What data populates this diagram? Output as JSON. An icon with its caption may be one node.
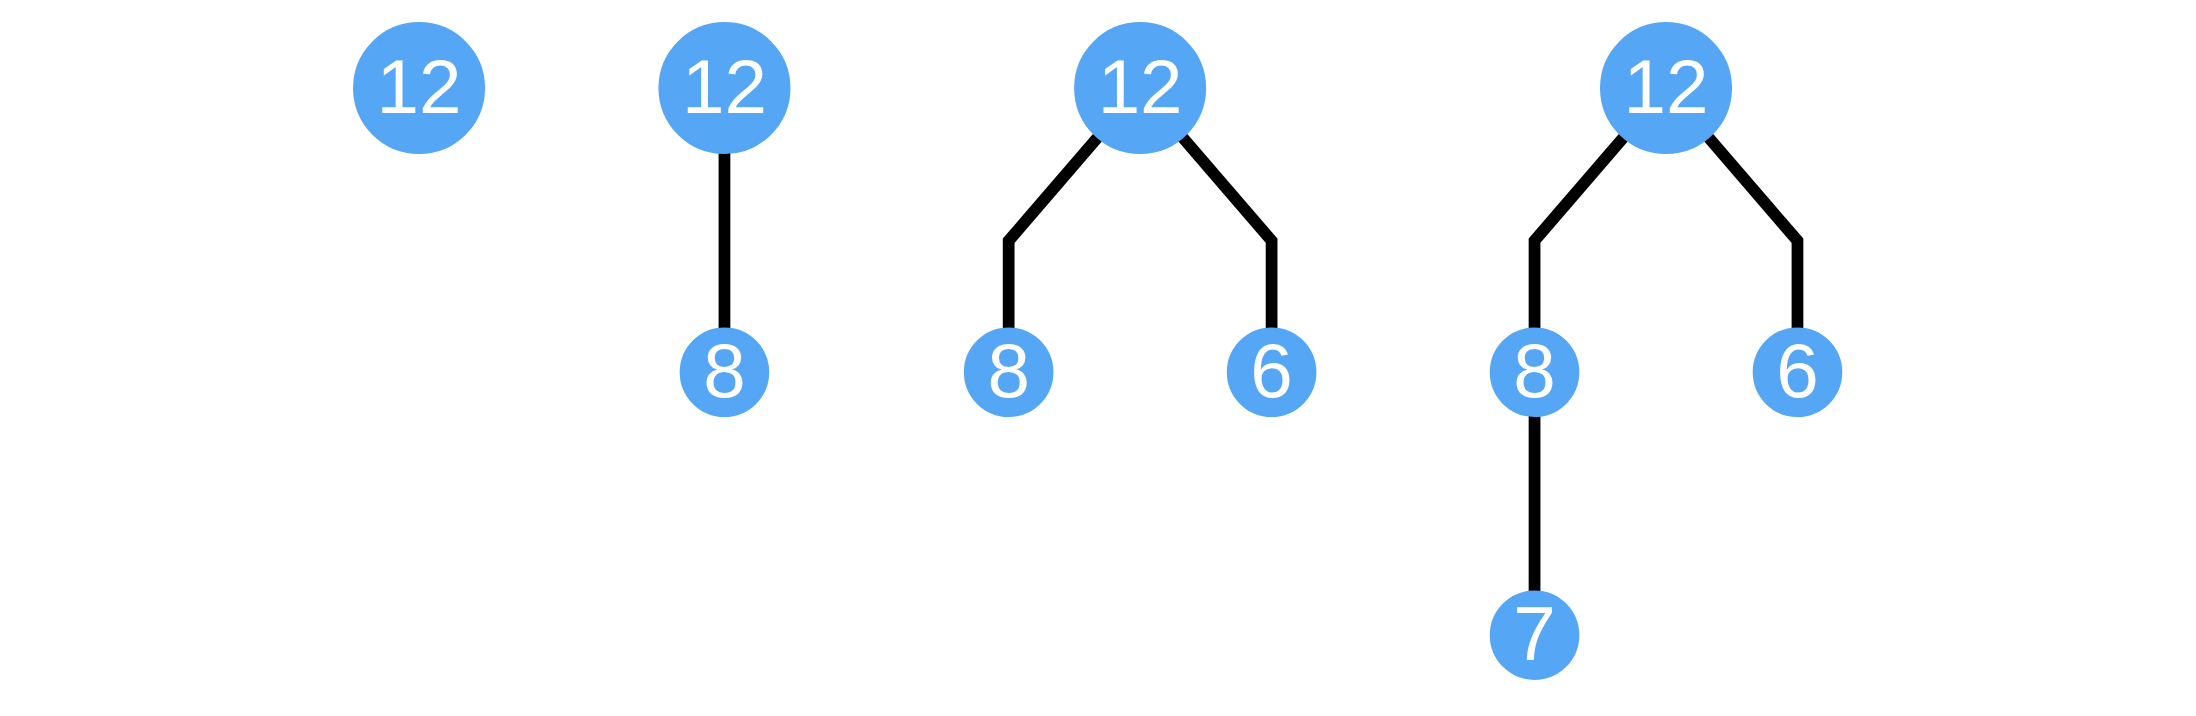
{
  "diagram": {
    "nodes": [
      {
        "text": [
          "12"
        ]
      },
      {
        "text": [
          "12"
        ]
      },
      {
        "text": [
          "8"
        ]
      },
      {
        "text": [
          "12"
        ]
      },
      {
        "text": [
          "8"
        ]
      },
      {
        "text": [
          "6"
        ]
      },
      {
        "text": [
          "12"
        ]
      },
      {
        "text": [
          "8"
        ]
      },
      {
        "text": [
          "6"
        ]
      },
      {
        "text": [
          "7"
        ]
      }
    ],
    "edges": [
      {
        "from": 1,
        "to": 2,
        "arrow": "none"
      },
      {
        "from": 3,
        "to": 4,
        "arrow": "none"
      },
      {
        "from": 3,
        "to": 5,
        "arrow": "none"
      },
      {
        "from": 6,
        "to": 7,
        "arrow": "none"
      },
      {
        "from": 6,
        "to": 8,
        "arrow": "none"
      },
      {
        "from": 7,
        "to": 9,
        "arrow": "none"
      }
    ]
  }
}
